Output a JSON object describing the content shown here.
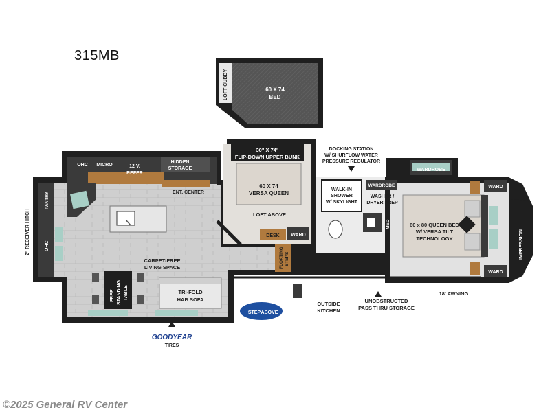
{
  "model": "315MB",
  "copyright": "©2025 General RV Center",
  "labels": {
    "loft_cubby": "LOFT CUBBY",
    "loft_bed_line1": "60 X 74",
    "loft_bed_line2": "BED",
    "ohc_top": "OHC",
    "micro": "MICRO",
    "refer_line1": "12 V.",
    "refer_line2": "REFER",
    "hidden_storage_line1": "HIDDEN",
    "hidden_storage_line2": "STORAGE",
    "ent_center": "ENT. CENTER",
    "pantry": "PANTRY",
    "receiver_hitch": "2\" RECEIVER HITCH",
    "ohc_left": "OHC",
    "bunk_line1": "30\" X 74\"",
    "bunk_line2": "FLIP-DOWN UPPER BUNK",
    "versa_line1": "60 X 74",
    "versa_line2": "VERSA QUEEN",
    "loft_above": "LOFT ABOVE",
    "desk": "DESK",
    "ward_mid": "WARD",
    "docking_line1": "DOCKING STATION",
    "docking_line2": "W/ SHURFLOW WATER",
    "docking_line3": "PRESSURE REGULATOR",
    "shower_line1": "WALK-IN",
    "shower_line2": "SHOWER",
    "shower_line3": "W/ SKYLIGHT",
    "med": "MED",
    "wardrobe_top": "WARDROBE",
    "wardrobe_mid": "WARDROBE",
    "washer_line1": "WASHER /",
    "washer_line2": "DRYER PREP",
    "ward_right_top": "WARD",
    "ward_right_bottom": "WARD",
    "queen_line1": "60 x 80 QUEEN BED",
    "queen_line2": "W/ VERSA TILT",
    "queen_line3": "TECHNOLOGY",
    "impression": "IMPRESSION",
    "carpet_line1": "CARPET-FREE",
    "carpet_line2": "LIVING SPACE",
    "table_line1": "FREE",
    "table_line2": "STANDING",
    "table_line3": "TABLE",
    "sofa_line1": "TRI-FOLD",
    "sofa_line2": "HAB SOFA",
    "steps_line1": "FLOATING",
    "steps_line2": "STEPS",
    "outside_line1": "OUTSIDE",
    "outside_line2": "KITCHEN",
    "storage_line1": "UNOBSTRUCTED",
    "storage_line2": "PASS THRU STORAGE",
    "awning": "18' AWNING",
    "goodyear": "GOODYEAR",
    "tires": "TIRES",
    "step_above_line1": "STEP",
    "step_above_line2": "ABOVE"
  },
  "colors": {
    "floor": "#c9c9c9",
    "floor_plank": "#b3b3b3",
    "wall": "#1f1f1f",
    "cabinet_dark": "#3a3a3a",
    "wood": "#b07a3e",
    "glass": "#a8cfc6",
    "bed_fill": "#dcd6ce",
    "loft_fill": "#5a5a5a",
    "goodyear_blue": "#1d3f8f",
    "goodyear_yellow": "#f2c200",
    "badge_blue": "#1e4fa0"
  }
}
